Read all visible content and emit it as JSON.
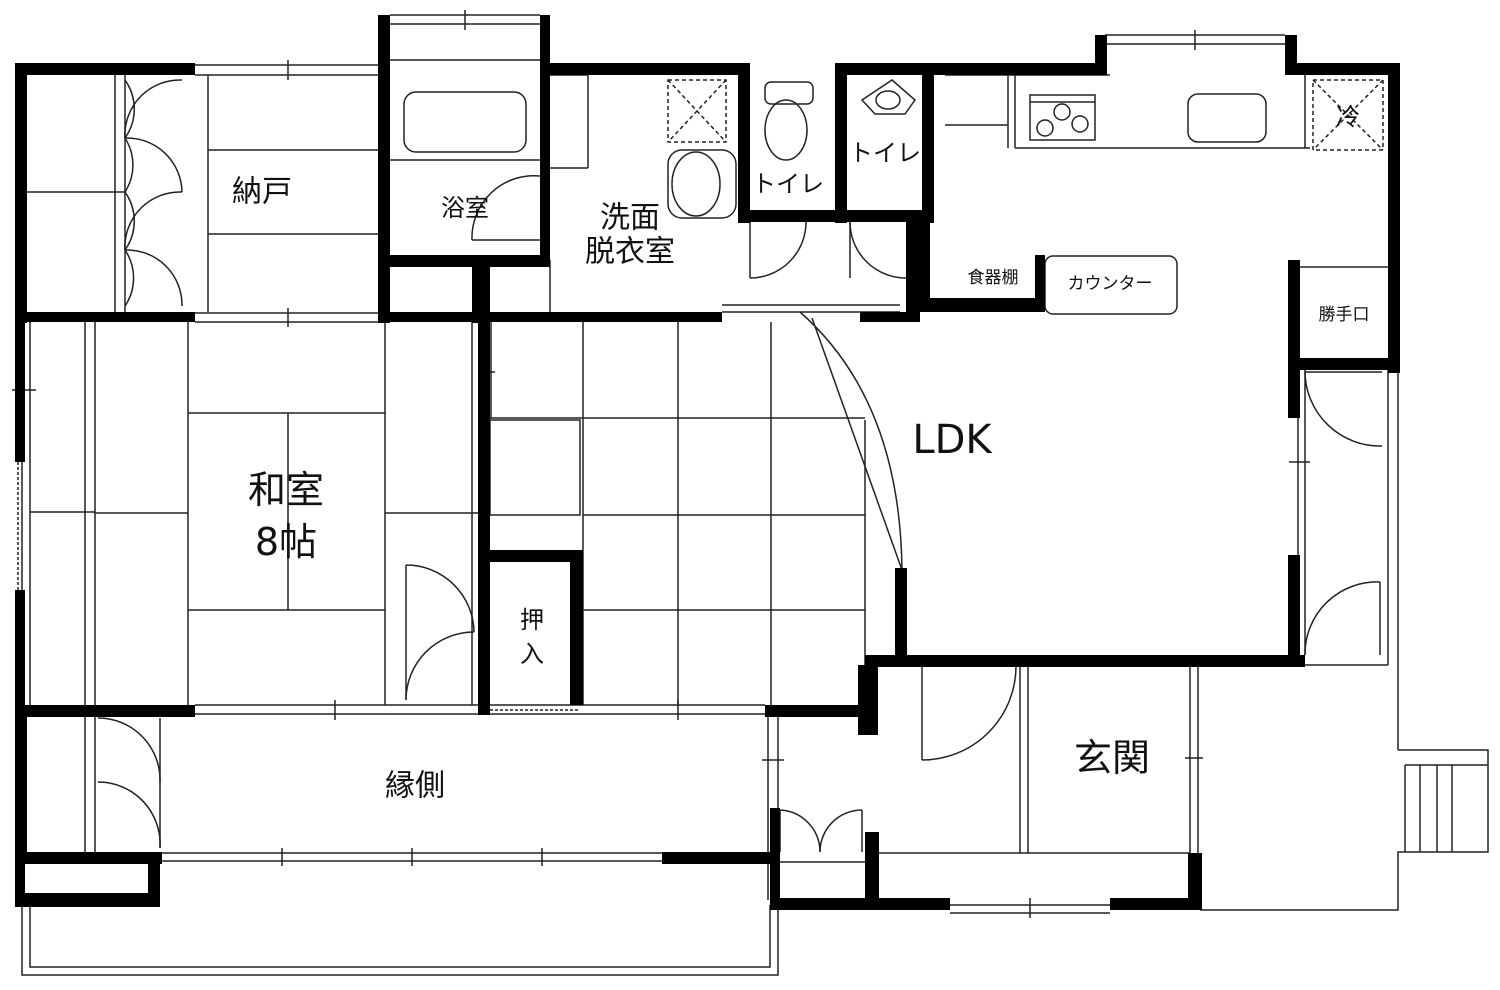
{
  "rooms": {
    "nando": "納戸",
    "bath": "浴室",
    "washroom_line1": "洗面",
    "washroom_line2": "脱衣室",
    "toilet_1": "トイレ",
    "toilet_2": "トイレ",
    "fridge": "冷",
    "dish_shelf": "食器棚",
    "counter": "カウンター",
    "back_door": "勝手口",
    "ldk": "LDK",
    "washitsu_line1": "和室",
    "washitsu_line2": "8帖",
    "oshiire_line1": "押",
    "oshiire_line2": "入",
    "engawa": "縁側",
    "genkan": "玄関"
  },
  "colors": {
    "wall": "#000000",
    "line": "#222222",
    "background": "#ffffff"
  }
}
